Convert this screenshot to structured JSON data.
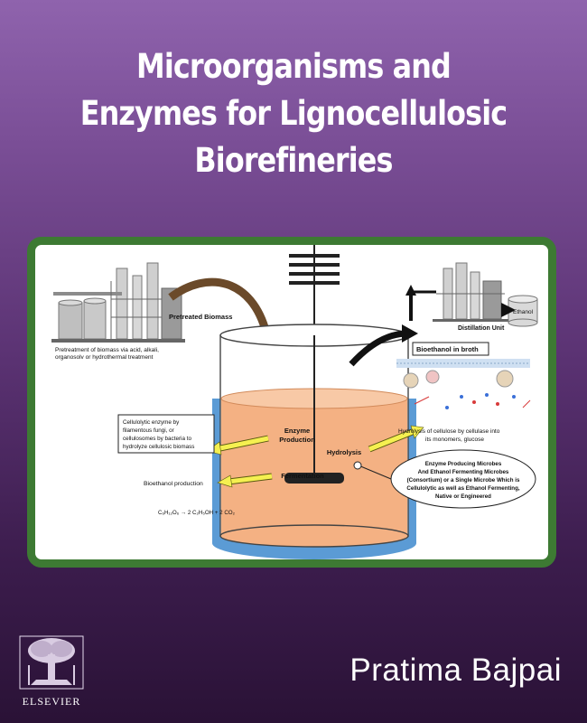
{
  "title": {
    "line1": "Microorganisms and",
    "line2": "Enzymes for Lignocellulosic",
    "line3": "Biorefineries"
  },
  "author": "Pratima Bajpai",
  "publisher": {
    "name": "ELSEVIER",
    "logo_icon": "elsevier-tree-logo"
  },
  "colors": {
    "background_top": "#8f63ad",
    "background_bottom": "#2a1236",
    "frame_border": "#3d7a33",
    "tank_liquid": "#f4b183",
    "tank_jacket": "#5b9bd5",
    "arrow_yellow": "#f5f050",
    "arrow_brown": "#6b4a2a"
  },
  "diagram": {
    "pretreated_biomass": "Pretreated Biomass",
    "pretreatment_line1": "Pretreatment of biomass via acid, alkali,",
    "pretreatment_line2": "organosolv or hydrothermal treatment",
    "distillation_unit": "Distillation Unit",
    "ethanol": "Ethanol",
    "bioethanol_in_broth": "Bioethanol in broth",
    "enzyme_production_line1": "Enzyme",
    "enzyme_production_line2": "Production",
    "fermentation": "Fermentation",
    "hydrolysis": "Hydrolysis",
    "cellulolytic_line1": "Cellulolytic      enzyme      by",
    "cellulolytic_line2": "filamentous      fungi,       or",
    "cellulolytic_line3": "cellulosomes  by  bacteria  to",
    "cellulolytic_line4": "hydrolyze cellulosic biomass",
    "hydrolysis_desc_line1": "Hydrolysis of cellulose by cellulase into",
    "hydrolysis_desc_line2": "its monomers, glucose",
    "bioethanol_production": "Bioethanol production",
    "equation": "C₆H₁₂O₆ → 2 C₂H₅OH + 2 CO₂",
    "microbes_line1": "Enzyme Producing Microbes",
    "microbes_line2": "And Ethanol Fermenting Microbes",
    "microbes_line3": "(Consortium) or a Single Microbe Which is",
    "microbes_line4": "Cellulolytic as well as Ethanol Fermenting,",
    "microbes_line5": "Native or Engineered"
  }
}
